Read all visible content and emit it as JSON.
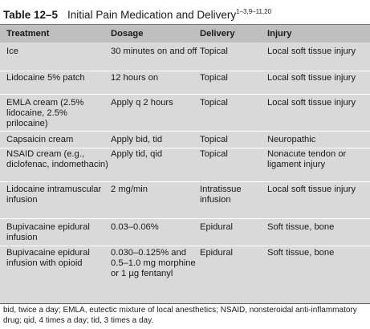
{
  "caption": {
    "label": "Table 12–5",
    "title": "Initial Pain Medication and Delivery",
    "refs": "1–3,9–11,20"
  },
  "table": {
    "headers": [
      "Treatment",
      "Dosage",
      "Delivery",
      "Injury"
    ],
    "rows": [
      [
        "Ice",
        "30 minutes on and off",
        "Topical",
        "Local soft tissue injury"
      ],
      [
        "Lidocaine 5% patch",
        "12 hours on",
        "Topical",
        "Local soft tissue injury"
      ],
      [
        "EMLA cream (2.5% lidocaine, 2.5% prilocaine)",
        "Apply q 2 hours",
        "Topical",
        "Local soft tissue injury"
      ],
      [
        "Capsaicin cream",
        "Apply bid, tid",
        "Topical",
        "Neuropathic"
      ],
      [
        "NSAID cream (e.g., diclofenac, indomethacin)",
        "Apply tid, qid",
        "Topical",
        "Nonacute tendon or ligament injury"
      ],
      [
        "Lidocaine intramuscular infusion",
        "2 mg/min",
        "Intratissue infusion",
        "Local soft tissue injury"
      ],
      [
        "Bupivacaine epidural infusion",
        "0.03–0.06%",
        "Epidural",
        "Soft tissue, bone"
      ],
      [
        "Bupivacaine epidural infusion with opioid",
        "0.030–0.125% and 0.5–1.0 mg morphine or 1 µg fentanyl",
        "Epidural",
        "Soft tissue, bone"
      ]
    ]
  },
  "footnote": "bid, twice a day; EMLA, eutectic mixture of local anesthetics; NSAID, nonsteroidal anti-inflammatory drug; qid, 4 times a day; tid, 3 times a day."
}
